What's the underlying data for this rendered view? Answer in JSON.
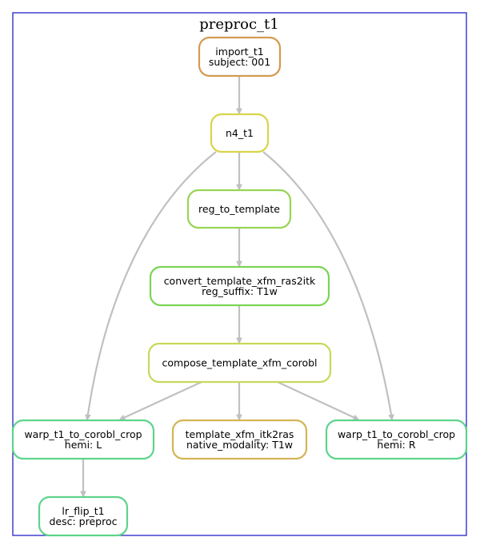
{
  "cluster": {
    "title": "preproc_t1",
    "border_color": "#3333cc"
  },
  "edge_color": "#c0c0c0",
  "nodes": [
    {
      "id": "import_t1",
      "lines": [
        "import_t1",
        "subject: 001"
      ],
      "color": "#d49a50"
    },
    {
      "id": "n4_t1",
      "lines": [
        "n4_t1"
      ],
      "color": "#d8d54a"
    },
    {
      "id": "reg_to_template",
      "lines": [
        "reg_to_template"
      ],
      "color": "#98d455"
    },
    {
      "id": "convert_template_xfm_ras2itk",
      "lines": [
        "convert_template_xfm_ras2itk",
        "reg_suffix: T1w"
      ],
      "color": "#7bd455"
    },
    {
      "id": "compose_template_xfm_corobl",
      "lines": [
        "compose_template_xfm_corobl"
      ],
      "color": "#c8d85a"
    },
    {
      "id": "warp_t1_to_corobl_crop_L",
      "lines": [
        "warp_t1_to_corobl_crop",
        "hemi: L"
      ],
      "color": "#5ed48a"
    },
    {
      "id": "template_xfm_itk2ras",
      "lines": [
        "template_xfm_itk2ras",
        "native_modality: T1w"
      ],
      "color": "#d4b455"
    },
    {
      "id": "warp_t1_to_corobl_crop_R",
      "lines": [
        "warp_t1_to_corobl_crop",
        "hemi: R"
      ],
      "color": "#5ed48a"
    },
    {
      "id": "lr_flip_t1",
      "lines": [
        "lr_flip_t1",
        "desc: preproc"
      ],
      "color": "#5ed48a"
    }
  ],
  "edges": [
    {
      "from": "import_t1",
      "to": "n4_t1"
    },
    {
      "from": "n4_t1",
      "to": "reg_to_template"
    },
    {
      "from": "n4_t1",
      "to": "warp_t1_to_corobl_crop_L"
    },
    {
      "from": "n4_t1",
      "to": "warp_t1_to_corobl_crop_R"
    },
    {
      "from": "reg_to_template",
      "to": "convert_template_xfm_ras2itk"
    },
    {
      "from": "convert_template_xfm_ras2itk",
      "to": "compose_template_xfm_corobl"
    },
    {
      "from": "compose_template_xfm_corobl",
      "to": "warp_t1_to_corobl_crop_L"
    },
    {
      "from": "compose_template_xfm_corobl",
      "to": "template_xfm_itk2ras"
    },
    {
      "from": "compose_template_xfm_corobl",
      "to": "warp_t1_to_corobl_crop_R"
    },
    {
      "from": "warp_t1_to_corobl_crop_L",
      "to": "lr_flip_t1"
    }
  ]
}
